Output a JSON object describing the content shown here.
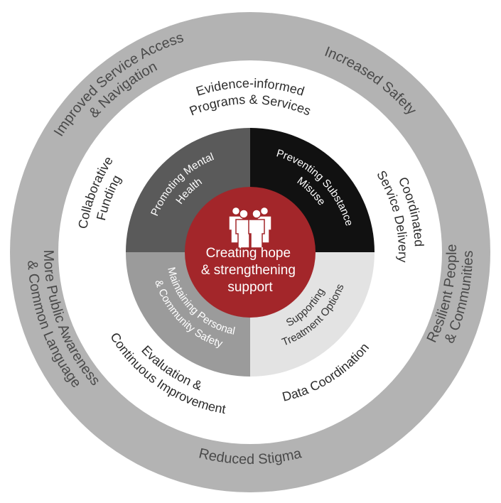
{
  "outer_ring": {
    "items": [
      [
        "Improved Service Access",
        "& Navigation"
      ],
      [
        "Increased Safety"
      ],
      [
        "Resilient People",
        "& Communities"
      ],
      [
        "Reduced Stigma"
      ],
      [
        "More Public Awareness",
        "& Common Language"
      ]
    ]
  },
  "middle_ring": {
    "items": [
      [
        "Evidence-informed",
        "Programs & Services"
      ],
      [
        "Coordinated",
        "Service Delivery"
      ],
      [
        "Data Coordination"
      ],
      [
        "Evaluation &",
        "Continuous Improvement"
      ],
      [
        "Collaborative",
        "Funding"
      ]
    ]
  },
  "quadrants": [
    {
      "lines": [
        "Promoting Mental",
        "Health"
      ],
      "color": "#5a5a5a",
      "text_color": "#ffffff"
    },
    {
      "lines": [
        "Preventing Substance",
        "Misuse"
      ],
      "color": "#111111",
      "text_color": "#ffffff"
    },
    {
      "lines": [
        "Supporting",
        "Treatment Options"
      ],
      "color": "#e3e3e3",
      "text_color": "#333333"
    },
    {
      "lines": [
        "Maintaining Personal",
        "& Community Safety"
      ],
      "color": "#9b9b9b",
      "text_color": "#ffffff"
    }
  ],
  "center": {
    "lines": [
      "Creating hope",
      "& strengthening",
      "support"
    ],
    "color": "#a3262a",
    "icon": "people-group-icon"
  },
  "colors": {
    "outer_ring": "#b3b3b3",
    "middle_ring": "#ffffff"
  }
}
